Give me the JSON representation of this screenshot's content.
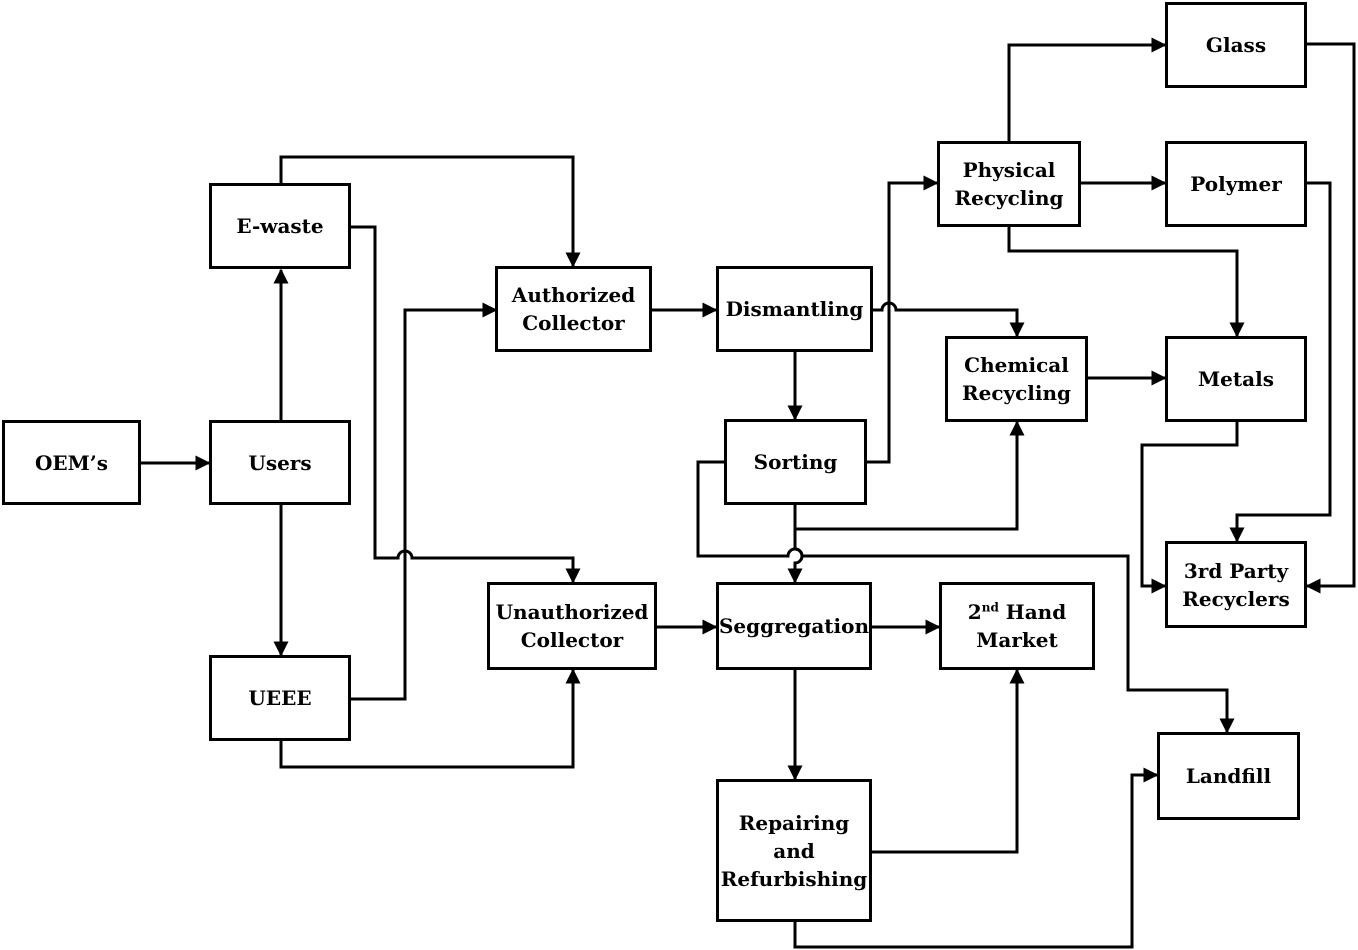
{
  "nodes": {
    "oems": "OEM’s",
    "users": "Users",
    "ewaste": "E-waste",
    "ueee": "UEEE",
    "authorized_1": "Authorized",
    "authorized_2": "Collector",
    "unauthorized_1": "Unauthorized",
    "unauthorized_2": "Collector",
    "dismantling": "Dismantling",
    "sorting": "Sorting",
    "segregation": "Seggregation",
    "repairing_1": "Repairing",
    "repairing_2": "and",
    "repairing_3": "Refurbishing",
    "physical_1": "Physical",
    "physical_2": "Recycling",
    "chemical_1": "Chemical",
    "chemical_2": "Recycling",
    "second_hand_num": "2",
    "second_hand_sup": "nd",
    "second_hand_rest": " Hand",
    "second_hand_2": "Market",
    "glass": "Glass",
    "polymer": "Polymer",
    "metals": "Metals",
    "third_party_1": "3rd Party",
    "third_party_2": "Recyclers",
    "landfill": "Landfill"
  }
}
